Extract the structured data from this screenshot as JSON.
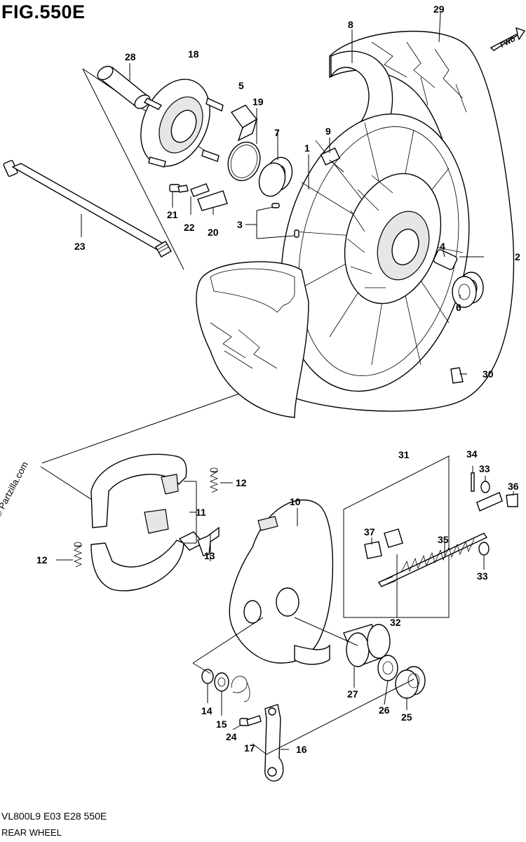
{
  "figure": {
    "title": "FIG.550E",
    "code": "VL800L9  E03  E28  550E",
    "name": "REAR WHEEL",
    "watermark": "© Partzilla.com",
    "direction_badge": "FWD"
  },
  "callouts": {
    "c1": "1",
    "c2": "2",
    "c3": "3",
    "c4": "4",
    "c5": "5",
    "c6": "6",
    "c7": "7",
    "c8": "8",
    "c9": "9",
    "c10": "10",
    "c11": "11",
    "c12a": "12",
    "c12b": "12",
    "c13": "13",
    "c14": "14",
    "c15": "15",
    "c16": "16",
    "c17": "17",
    "c18": "18",
    "c19": "19",
    "c20": "20",
    "c21": "21",
    "c22": "22",
    "c23": "23",
    "c24": "24",
    "c25": "25",
    "c26": "26",
    "c27": "27",
    "c28": "28",
    "c29": "29",
    "c30": "30",
    "c31": "31",
    "c32": "32",
    "c33a": "33",
    "c33b": "33",
    "c34": "34",
    "c35": "35",
    "c36": "36",
    "c37": "37"
  }
}
